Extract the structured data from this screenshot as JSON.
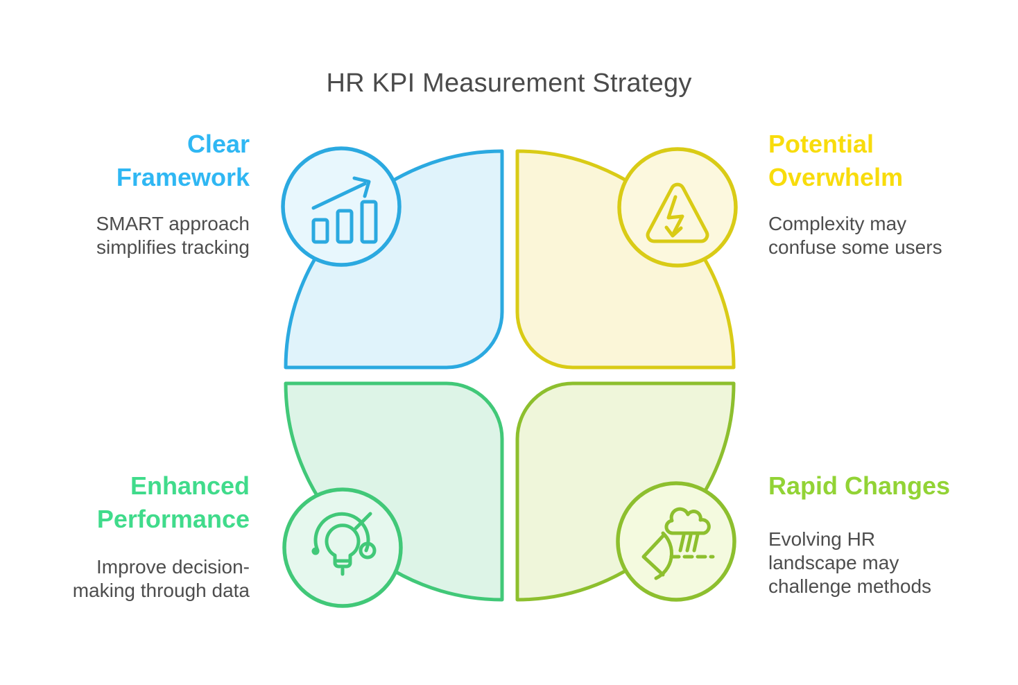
{
  "title": "HR KPI Measurement Strategy",
  "background": "#FFFFFF",
  "title_color": "#4A4A4A",
  "body_text_color": "#4D4D4D",
  "quadrants": [
    {
      "name": "clear-framework",
      "position": "top-left",
      "label": "Clear\nFramework",
      "description": "SMART approach\nsimplifies tracking",
      "accent_color": "#2FB7F3",
      "shape_stroke": "#2BA9E0",
      "shape_fill": "#E0F3FB",
      "icon": "bar-chart-growth-icon"
    },
    {
      "name": "potential-overwhelm",
      "position": "top-right",
      "label": "Potential\nOverwhelm",
      "description": "Complexity may\nconfuse some users",
      "accent_color": "#F8DC0C",
      "shape_stroke": "#D9CB16",
      "shape_fill": "#FBF6D8",
      "icon": "high-voltage-warning-icon"
    },
    {
      "name": "enhanced-performance",
      "position": "bottom-left",
      "label": "Enhanced\nPerformance",
      "description": "Improve decision-\nmaking through data",
      "accent_color": "#40DB8B",
      "shape_stroke": "#41C878",
      "shape_fill": "#DDF4E7",
      "icon": "idea-gauge-icon"
    },
    {
      "name": "rapid-changes",
      "position": "bottom-right",
      "label": "Rapid Changes",
      "description": "Evolving HR\nlandscape may\nchallenge methods",
      "accent_color": "#92D335",
      "shape_stroke": "#8DBF2E",
      "shape_fill": "#EFF6DA",
      "icon": "wind-change-icon"
    }
  ]
}
